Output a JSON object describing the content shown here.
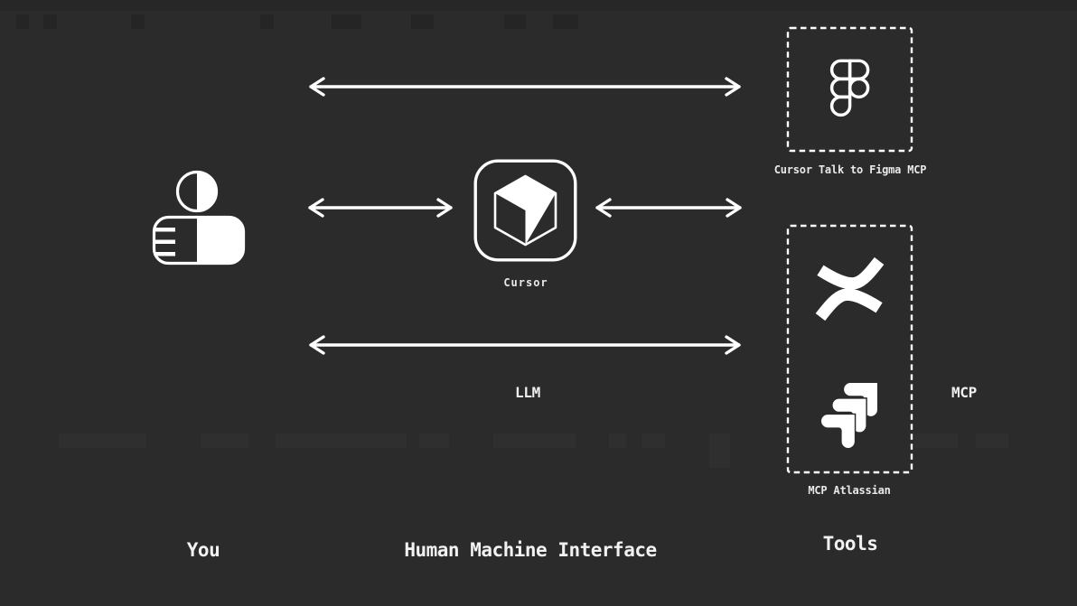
{
  "colors": {
    "background": "#2b2b2b",
    "foreground": "#ffffff",
    "text": "#ececec"
  },
  "nodes": {
    "you": {
      "icon": "person-icon"
    },
    "cursor": {
      "label": "Cursor",
      "icon": "cursor-app-icon"
    },
    "figma_mcp": {
      "label": "Cursor Talk to Figma MCP",
      "icon": "figma-icon"
    },
    "atlassian_mcp": {
      "label": "MCP Atlassian",
      "icons": [
        "confluence-icon",
        "jira-icon"
      ]
    }
  },
  "annotations": {
    "llm": "LLM",
    "mcp": "MCP"
  },
  "columns": {
    "you": "You",
    "human_machine_interface": "Human Machine Interface",
    "tools": "Tools"
  },
  "arrows": [
    {
      "id": "you-to-figma-mcp",
      "type": "bidirectional"
    },
    {
      "id": "you-to-cursor",
      "type": "bidirectional"
    },
    {
      "id": "cursor-to-tools",
      "type": "bidirectional"
    },
    {
      "id": "you-to-atlassian-mcp",
      "type": "bidirectional"
    }
  ]
}
